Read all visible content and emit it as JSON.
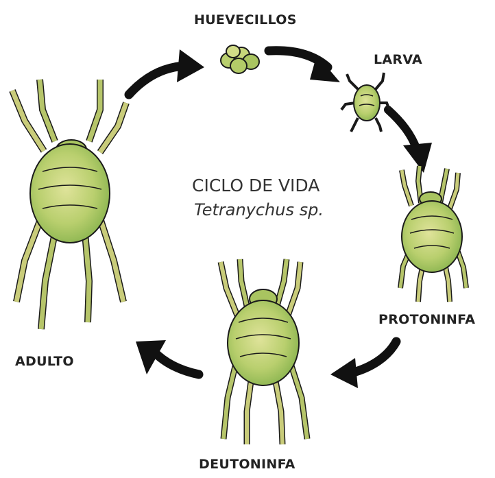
{
  "diagram": {
    "title": "CICLO DE VIDA",
    "subtitle": "Tetranychus sp.",
    "stages": {
      "eggs": "HUEVECILLOS",
      "larva": "LARVA",
      "protonymph": "PROTONINFA",
      "deutonymph": "DEUTONINFA",
      "adult": "ADULTO"
    }
  },
  "colors": {
    "body_fill": "#b9cf6e",
    "body_shade": "#7fae48",
    "leg_fill": "#c9cc7a",
    "leg_dark": "#5e8a3a",
    "outline": "#1a1a1a",
    "arrow": "#111111"
  }
}
